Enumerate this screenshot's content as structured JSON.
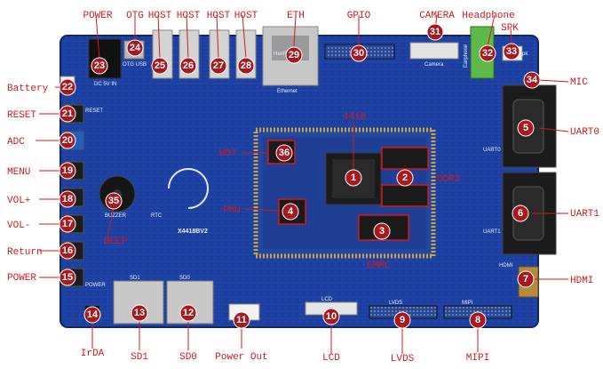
{
  "title": "",
  "board_silkscreen": {
    "model": "X4418BV2",
    "buzzer": "BUZZER",
    "rtc": "RTC",
    "dc_in": "DC 5V IN",
    "otg_usb": "OTG USB",
    "reset": "RESET",
    "power": "POWER",
    "uart0": "UART0",
    "uart1": "UART1",
    "hdmi": "HDMI",
    "lvds": "LVDS",
    "mipi": "MIPI",
    "lcd": "LCD",
    "sd0": "SD0",
    "sd1": "SD1",
    "camera": "Camera",
    "ethernet": "Ethernet",
    "spk": "Spk",
    "brand": "HanRun",
    "jack": "Earphone"
  },
  "chip_labels": {
    "soc": "4418",
    "ddr3": "DDR3",
    "pmu": "PMU",
    "emmc": "EMMC",
    "wdt": "WDT"
  },
  "callouts": [
    {
      "n": "1",
      "label": "4418"
    },
    {
      "n": "2",
      "label": "DDR3"
    },
    {
      "n": "3",
      "label": "EMMC"
    },
    {
      "n": "4",
      "label": "PMU"
    },
    {
      "n": "5",
      "label": "UART0"
    },
    {
      "n": "6",
      "label": "UART1"
    },
    {
      "n": "7",
      "label": "HDMI"
    },
    {
      "n": "8",
      "label": "MIPI"
    },
    {
      "n": "9",
      "label": "LVDS"
    },
    {
      "n": "10",
      "label": "LCD"
    },
    {
      "n": "11",
      "label": "Power Out"
    },
    {
      "n": "12",
      "label": "SD0"
    },
    {
      "n": "13",
      "label": "SD1"
    },
    {
      "n": "14",
      "label": "IrDA"
    },
    {
      "n": "15",
      "label": "POWER"
    },
    {
      "n": "16",
      "label": "Return"
    },
    {
      "n": "17",
      "label": "VOL-"
    },
    {
      "n": "18",
      "label": "VOL+"
    },
    {
      "n": "19",
      "label": "MENU"
    },
    {
      "n": "20",
      "label": "ADC"
    },
    {
      "n": "21",
      "label": "RESET"
    },
    {
      "n": "22",
      "label": "Battery"
    },
    {
      "n": "23",
      "label": "POWER"
    },
    {
      "n": "24",
      "label": "OTG"
    },
    {
      "n": "25",
      "label": "HOST"
    },
    {
      "n": "26",
      "label": "HOST"
    },
    {
      "n": "27",
      "label": "HOST"
    },
    {
      "n": "28",
      "label": "HOST"
    },
    {
      "n": "29",
      "label": "ETH"
    },
    {
      "n": "30",
      "label": "GPIO"
    },
    {
      "n": "31",
      "label": "CAMERA"
    },
    {
      "n": "32",
      "label": "Headphone"
    },
    {
      "n": "33",
      "label": "SPK"
    },
    {
      "n": "34",
      "label": "MIC"
    },
    {
      "n": "35",
      "label": "BEEP"
    },
    {
      "n": "36",
      "label": "WDT"
    }
  ],
  "colors": {
    "board": "#1c3fa0",
    "board_dark": "#142f80",
    "label_red": "#d11b1b",
    "badge": "#a8181f",
    "gold": "#c9a14a",
    "chip": "#1b1b1b"
  }
}
